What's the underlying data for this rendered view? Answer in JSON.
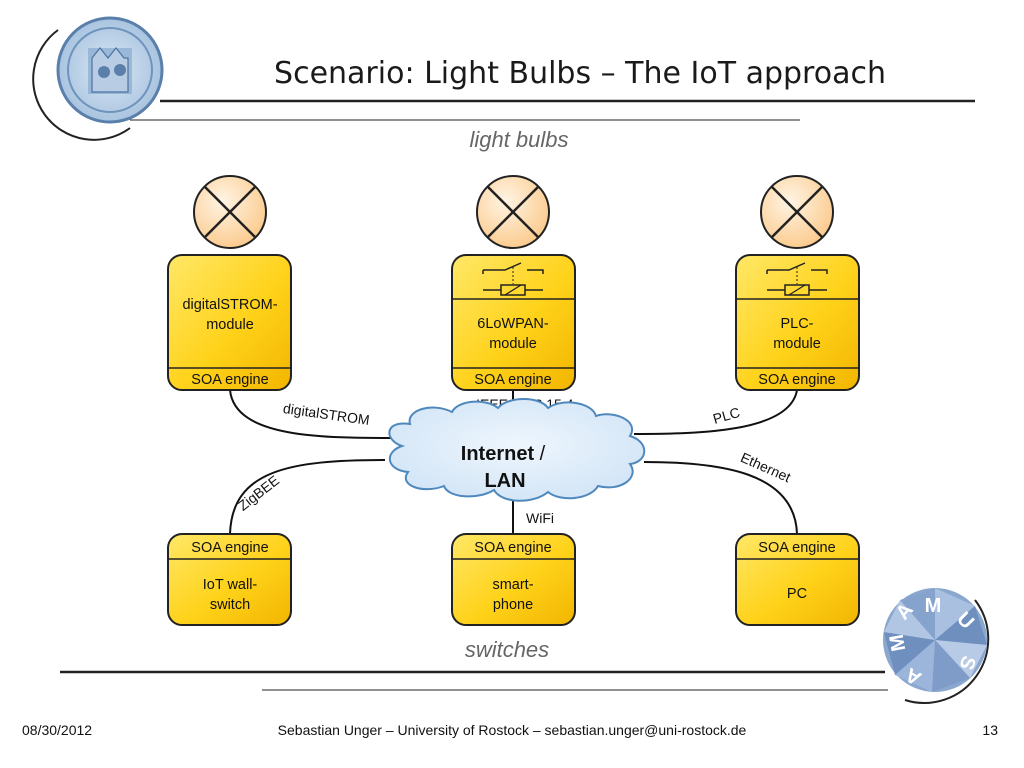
{
  "slide": {
    "title": "Scenario: Light Bulbs – The IoT approach"
  },
  "diagram": {
    "top_caption": "light bulbs",
    "bottom_caption": "switches",
    "modules": [
      {
        "lines": [
          "digitalSTROM-",
          "module"
        ],
        "engine": "SOA engine"
      },
      {
        "lines": [
          "6LoWPAN-",
          "module"
        ],
        "engine": "SOA engine"
      },
      {
        "lines": [
          "PLC-",
          "module"
        ],
        "engine": "SOA engine"
      }
    ],
    "switches": [
      {
        "engine": "SOA engine",
        "lines": [
          "IoT wall-",
          "switch"
        ]
      },
      {
        "engine": "SOA engine",
        "lines": [
          "smart-",
          "phone"
        ]
      },
      {
        "engine": "SOA engine",
        "lines": [
          "PC"
        ]
      }
    ],
    "cloud": {
      "bold": "Internet",
      "rest": " /",
      "line2": "LAN"
    },
    "links": {
      "digitalstrom": "digitalSTROM",
      "ieee_left": "IEEE",
      "ieee_right": "802.15.4",
      "plc": "PLC",
      "zigbee": "ZigBEE",
      "wifi": "WiFi",
      "ethernet": "Ethernet"
    },
    "logo_letters": [
      "M",
      "U",
      "S",
      "A",
      "M",
      "A"
    ],
    "colors": {
      "module_fill": "#ffd21a",
      "cloud_fill": "#d9ebfa",
      "cloud_stroke": "#4f88bd",
      "bulb_fill": "#fde2c0",
      "rule": "#222222"
    }
  },
  "footer": {
    "date": "08/30/2012",
    "center": "Sebastian Unger – University of Rostock – sebastian.unger@uni-rostock.de",
    "page": "13"
  }
}
